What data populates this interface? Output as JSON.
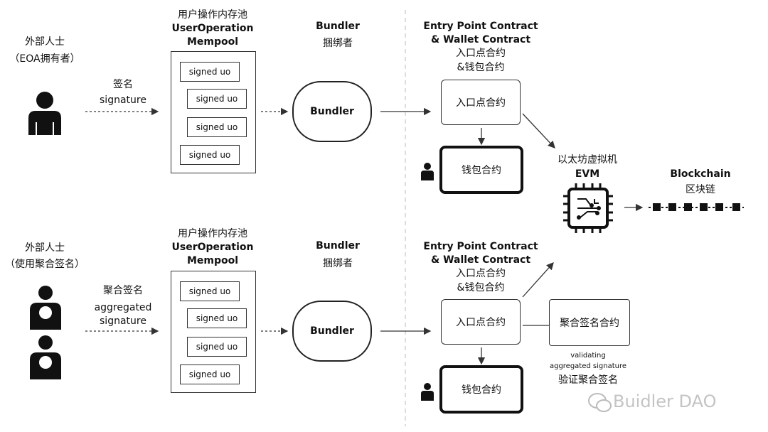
{
  "top": {
    "actor_line1": "外部人士",
    "actor_line2": "（EOA拥有者）",
    "sig_line1": "签名",
    "sig_line2": "signature",
    "mempool_line1": "用户操作内存池",
    "mempool_line2": "UserOperation",
    "mempool_line3": "Mempool",
    "uo_items": [
      "signed uo",
      "signed uo",
      "signed uo",
      "signed uo"
    ],
    "bundler_title": "Bundler",
    "bundler_cn": "捆绑者",
    "bundler_box": "Bundler",
    "entry_line1": "Entry Point Contract",
    "entry_line2": "& Wallet Contract",
    "entry_line3": "入口点合约",
    "entry_line4": "&钱包合约",
    "entry_box": "入口点合约",
    "wallet_box": "钱包合约"
  },
  "evm": {
    "line1": "以太坊虚拟机",
    "line2": "EVM"
  },
  "chain": {
    "line1": "Blockchain",
    "line2": "区块链"
  },
  "bottom": {
    "actor_line1": "外部人士",
    "actor_line2": "（使用聚合签名）",
    "sig_line1": "聚合签名",
    "sig_line2": "aggregated",
    "sig_line3": "signature",
    "mempool_line1": "用户操作内存池",
    "mempool_line2": "UserOperation",
    "mempool_line3": "Mempool",
    "uo_items": [
      "signed uo",
      "signed uo",
      "signed uo",
      "signed uo"
    ],
    "bundler_title": "Bundler",
    "bundler_cn": "捆绑者",
    "bundler_box": "Bundler",
    "entry_line1": "Entry Point Contract",
    "entry_line2": "& Wallet Contract",
    "entry_line3": "入口点合约",
    "entry_line4": "&钱包合约",
    "entry_box": "入口点合约",
    "wallet_box": "钱包合约",
    "agg_box": "聚合签名合约",
    "validating_line1": "validating",
    "validating_line2": "aggregated signature",
    "validating_line3": "验证聚合签名"
  },
  "watermark": "Buidler DAO"
}
